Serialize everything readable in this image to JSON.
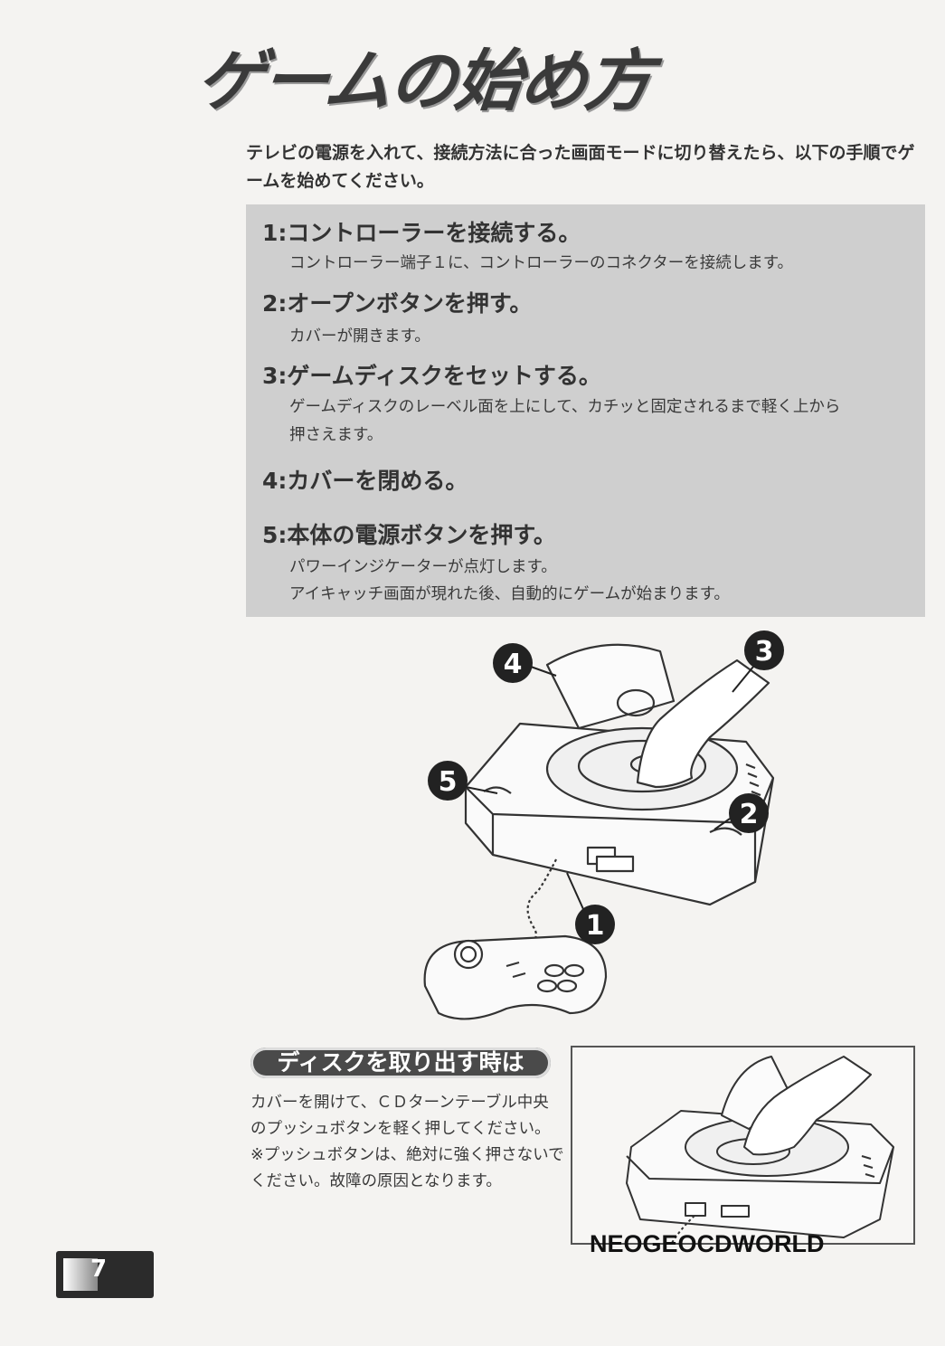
{
  "page_title": "ゲームの始め方",
  "intro": "テレビの電源を入れて、接続方法に合った画面モードに切り替えたら、以下の手順でゲームを始めてください。",
  "steps": [
    {
      "title": "1:コントローラーを接続する。",
      "lines": [
        "コントローラー端子１に、コントローラーのコネクターを接続します。"
      ]
    },
    {
      "title": "2:オープンボタンを押す。",
      "lines": [
        "カバーが開きます。"
      ]
    },
    {
      "title": "3:ゲームディスクをセットする。",
      "lines": [
        "ゲームディスクのレーベル面を上にして、カチッと固定されるまで軽く上から",
        "押さえます。"
      ]
    },
    {
      "title": "4:カバーを閉める。",
      "lines": []
    },
    {
      "title": "5:本体の電源ボタンを押す。",
      "lines": [
        "パワーインジケーターが点灯します。",
        "アイキャッチ画面が現れた後、自動的にゲームが始まります。"
      ]
    }
  ],
  "callouts": [
    "1",
    "2",
    "3",
    "4",
    "5"
  ],
  "eject": {
    "heading": "ディスクを取り出す時は",
    "lines": [
      "カバーを開けて、ＣＤターンテーブル中央",
      "のプッシュボタンを軽く押してください。",
      "※プッシュボタンは、絶対に強く押さないで",
      "ください。故障の原因となります。"
    ]
  },
  "watermark": "NEOGEOCDWORLD",
  "page_number": "7"
}
